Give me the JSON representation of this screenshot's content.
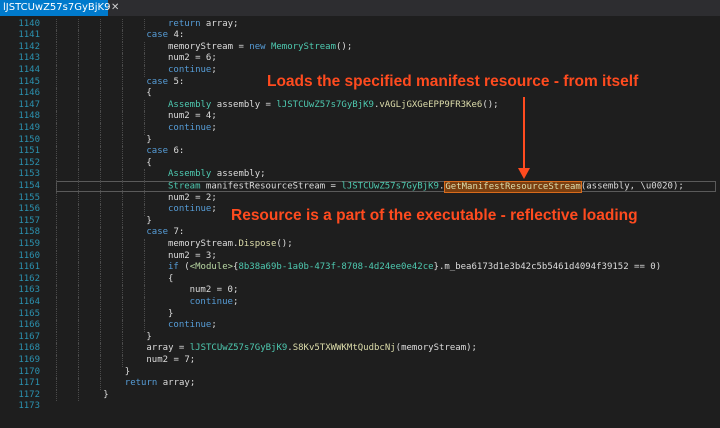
{
  "tab": {
    "title": "lJSTCUwZ57s7GyBjK9",
    "close_glyph": "✕"
  },
  "lines": [
    {
      "n": "1140",
      "indent": 5,
      "t": [
        [
          "kw",
          "return"
        ],
        [
          "p",
          " array;"
        ]
      ]
    },
    {
      "n": "1141",
      "indent": 4,
      "t": [
        [
          "kw",
          "case"
        ],
        [
          "p",
          " 4:"
        ]
      ]
    },
    {
      "n": "1142",
      "indent": 5,
      "t": [
        [
          "p",
          "memoryStream = "
        ],
        [
          "kw",
          "new"
        ],
        [
          "p",
          " "
        ],
        [
          "ty",
          "MemoryStream"
        ],
        [
          "p",
          "();"
        ]
      ]
    },
    {
      "n": "1143",
      "indent": 5,
      "t": [
        [
          "p",
          "num2 = 6;"
        ]
      ]
    },
    {
      "n": "1144",
      "indent": 5,
      "t": [
        [
          "kw",
          "continue"
        ],
        [
          "p",
          ";"
        ]
      ]
    },
    {
      "n": "1145",
      "indent": 4,
      "t": [
        [
          "kw",
          "case"
        ],
        [
          "p",
          " 5:"
        ]
      ]
    },
    {
      "n": "1146",
      "indent": 4,
      "t": [
        [
          "p",
          "{"
        ]
      ]
    },
    {
      "n": "1147",
      "indent": 5,
      "t": [
        [
          "ty",
          "Assembly"
        ],
        [
          "p",
          " assembly = "
        ],
        [
          "ty",
          "lJSTCUwZ57s7GyBjK9"
        ],
        [
          "p",
          "."
        ],
        [
          "mt",
          "vAGLjGXGeEPP9FR3Ke6"
        ],
        [
          "p",
          "();"
        ]
      ]
    },
    {
      "n": "1148",
      "indent": 5,
      "t": [
        [
          "p",
          "num2 = 4;"
        ]
      ]
    },
    {
      "n": "1149",
      "indent": 5,
      "t": [
        [
          "kw",
          "continue"
        ],
        [
          "p",
          ";"
        ]
      ]
    },
    {
      "n": "1150",
      "indent": 4,
      "t": [
        [
          "p",
          "}"
        ]
      ]
    },
    {
      "n": "1151",
      "indent": 4,
      "t": [
        [
          "kw",
          "case"
        ],
        [
          "p",
          " 6:"
        ]
      ]
    },
    {
      "n": "1152",
      "indent": 4,
      "t": [
        [
          "p",
          "{"
        ]
      ]
    },
    {
      "n": "1153",
      "indent": 5,
      "t": [
        [
          "ty",
          "Assembly"
        ],
        [
          "p",
          " assembly;"
        ]
      ]
    },
    {
      "n": "1154",
      "indent": 5,
      "hl": true,
      "t": [
        [
          "ty",
          "Stream"
        ],
        [
          "p",
          " manifestResourceStream = "
        ],
        [
          "ty",
          "lJSTCUwZ57s7GyBjK9"
        ],
        [
          "p",
          "."
        ],
        [
          "caret",
          ""
        ],
        [
          "mh",
          "GetManifestResourceStream"
        ],
        [
          "p",
          "(assembly, \\u0020);"
        ]
      ]
    },
    {
      "n": "1155",
      "indent": 5,
      "t": [
        [
          "p",
          "num2 = 2;"
        ]
      ]
    },
    {
      "n": "1156",
      "indent": 5,
      "t": [
        [
          "kw",
          "continue"
        ],
        [
          "p",
          ";"
        ]
      ]
    },
    {
      "n": "1157",
      "indent": 4,
      "t": [
        [
          "p",
          "}"
        ]
      ]
    },
    {
      "n": "1158",
      "indent": 4,
      "t": [
        [
          "kw",
          "case"
        ],
        [
          "p",
          " 7:"
        ]
      ]
    },
    {
      "n": "1159",
      "indent": 5,
      "t": [
        [
          "p",
          "memoryStream."
        ],
        [
          "mt",
          "Dispose"
        ],
        [
          "p",
          "();"
        ]
      ]
    },
    {
      "n": "1160",
      "indent": 5,
      "t": [
        [
          "p",
          "num2 = 3;"
        ]
      ]
    },
    {
      "n": "1161",
      "indent": 5,
      "t": [
        [
          "kw",
          "if"
        ],
        [
          "p",
          " ("
        ],
        [
          "gen",
          "<Module>"
        ],
        [
          "p",
          "{"
        ],
        [
          "ty",
          "8b38a69b-1a0b-473f-8708-4d24ee0e42ce"
        ],
        [
          "p",
          "}.m_bea6173d1e3b42c5b5461d4094f39152 == 0)"
        ]
      ]
    },
    {
      "n": "1162",
      "indent": 5,
      "t": [
        [
          "p",
          "{"
        ]
      ]
    },
    {
      "n": "1163",
      "indent": 6,
      "t": [
        [
          "p",
          "num2 = 0;"
        ]
      ]
    },
    {
      "n": "1164",
      "indent": 6,
      "t": [
        [
          "kw",
          "continue"
        ],
        [
          "p",
          ";"
        ]
      ]
    },
    {
      "n": "1165",
      "indent": 5,
      "t": [
        [
          "p",
          "}"
        ]
      ]
    },
    {
      "n": "1166",
      "indent": 5,
      "t": [
        [
          "kw",
          "continue"
        ],
        [
          "p",
          ";"
        ]
      ]
    },
    {
      "n": "1167",
      "indent": 4,
      "t": [
        [
          "p",
          "}"
        ]
      ]
    },
    {
      "n": "1168",
      "indent": 4,
      "t": [
        [
          "p",
          "array = "
        ],
        [
          "ty",
          "lJSTCUwZ57s7GyBjK9"
        ],
        [
          "p",
          "."
        ],
        [
          "mt",
          "S8Kv5TXWWKMtQudbcNj"
        ],
        [
          "p",
          "(memoryStream);"
        ]
      ]
    },
    {
      "n": "1169",
      "indent": 4,
      "t": [
        [
          "p",
          "num2 = 7;"
        ]
      ]
    },
    {
      "n": "1170",
      "indent": 3,
      "t": [
        [
          "p",
          "}"
        ]
      ]
    },
    {
      "n": "1171",
      "indent": 3,
      "t": [
        [
          "kw",
          "return"
        ],
        [
          "p",
          " array;"
        ]
      ]
    },
    {
      "n": "1172",
      "indent": 2,
      "t": [
        [
          "p",
          "}"
        ]
      ]
    },
    {
      "n": "1173",
      "indent": 0,
      "t": []
    }
  ],
  "annotations": {
    "top": "Loads the specified manifest resource - from itself",
    "bottom": "Resource is a part of the executable - reflective loading"
  },
  "colors": {
    "annotation": "#ff4b1f",
    "keyword": "#569cd6",
    "type": "#4ec9b0",
    "method": "#dcdcaa",
    "line_number": "#2b91af"
  }
}
